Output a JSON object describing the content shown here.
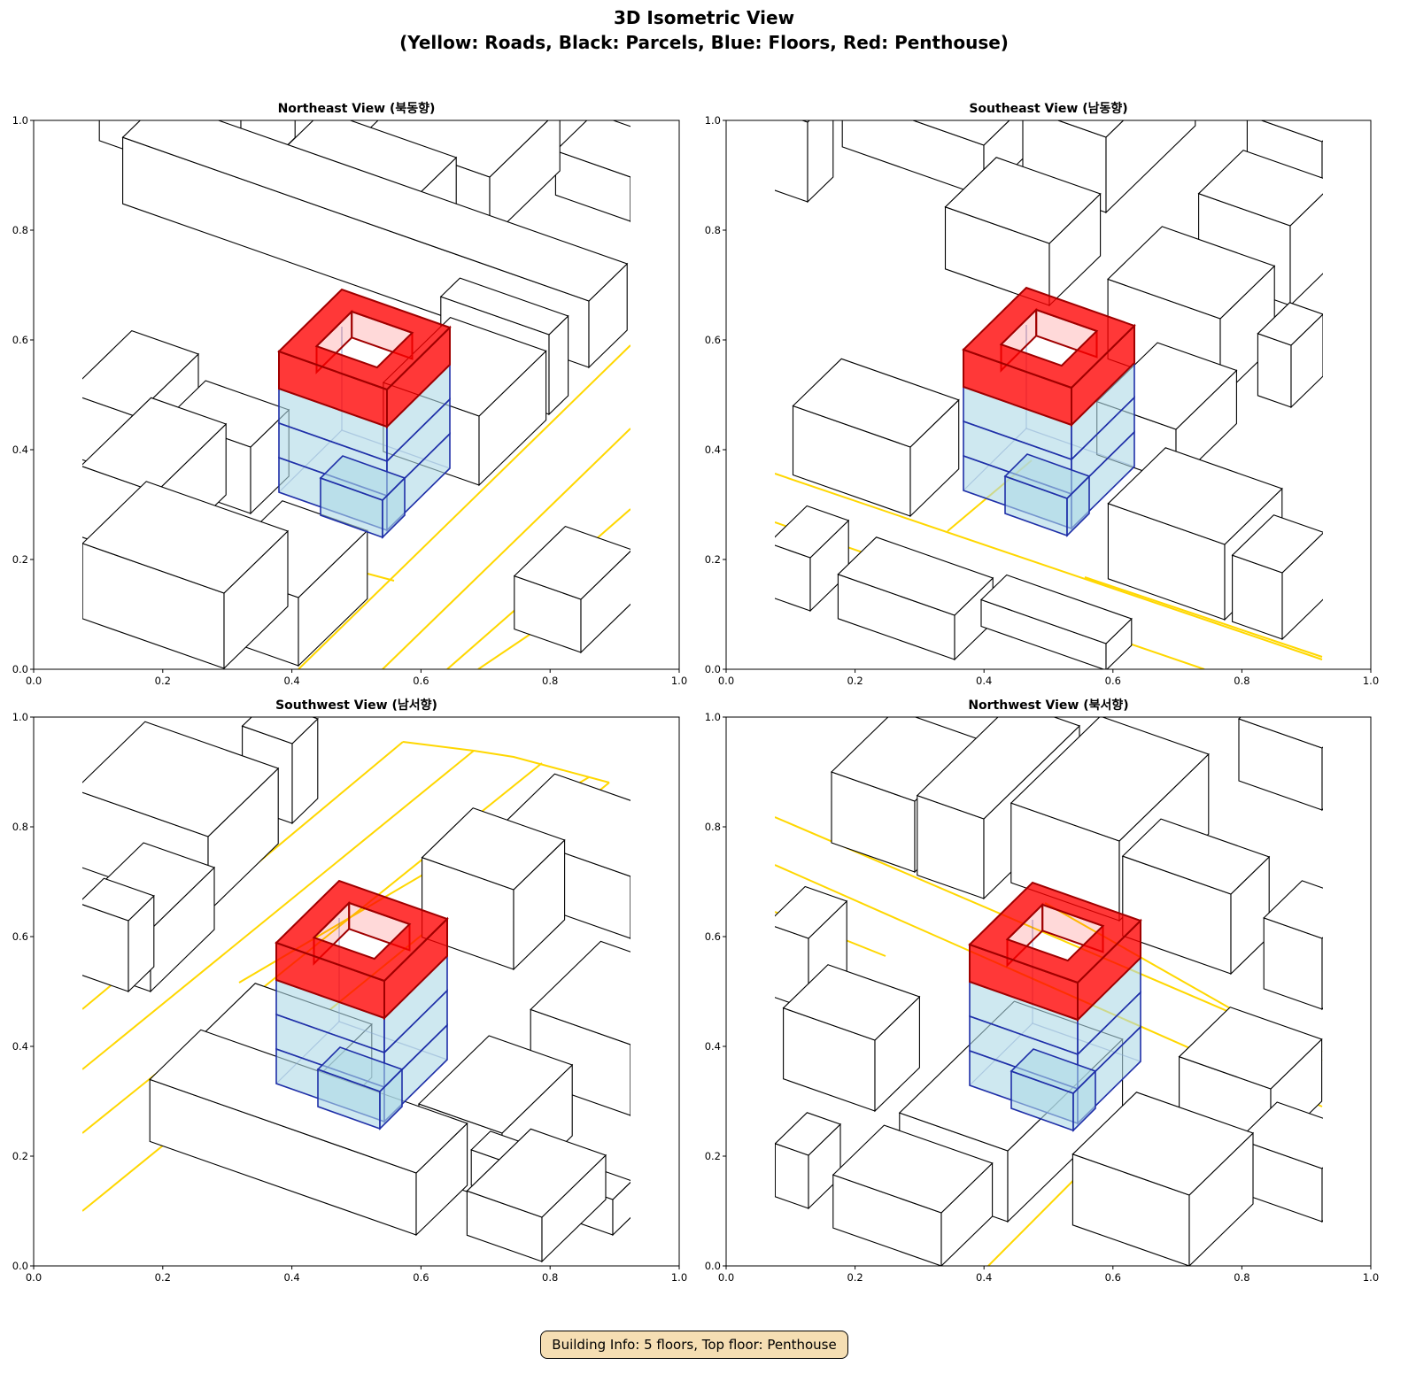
{
  "title": {
    "line1": "3D Isometric View",
    "line2": "(Yellow: Roads, Black: Parcels, Blue: Floors, Red: Penthouse)"
  },
  "panels": [
    {
      "title": "Northeast View (북동향)"
    },
    {
      "title": "Southeast View (남동향)"
    },
    {
      "title": "Southwest View (남서향)"
    },
    {
      "title": "Northwest View (북서향)"
    }
  ],
  "axes": {
    "x_ticks": [
      "0.0",
      "0.2",
      "0.4",
      "0.6",
      "0.8",
      "1.0"
    ],
    "y_ticks": [
      "0.0",
      "0.2",
      "0.4",
      "0.6",
      "0.8",
      "1.0"
    ],
    "xlim": [
      0,
      1
    ],
    "ylim": [
      0,
      1
    ]
  },
  "info": "Building Info: 5 floors, Top floor: Penthouse",
  "colors": {
    "road": "#ffd700",
    "parcel": "#000000",
    "floor_fill": "#add8e6",
    "floor_edge": "#1f2fa8",
    "penthouse_fill": "#ff0000",
    "penthouse_edge": "#a00000"
  },
  "chart_data": [
    {
      "type": "diagram-3d",
      "title": "Northeast View (북동향)",
      "xlim": [
        0,
        1
      ],
      "ylim": [
        0,
        1
      ],
      "floors": 3,
      "penthouse": 1
    },
    {
      "type": "diagram-3d",
      "title": "Southeast View (남동향)",
      "xlim": [
        0,
        1
      ],
      "ylim": [
        0,
        1
      ],
      "floors": 3,
      "penthouse": 1
    },
    {
      "type": "diagram-3d",
      "title": "Southwest View (남서향)",
      "xlim": [
        0,
        1
      ],
      "ylim": [
        0,
        1
      ],
      "floors": 3,
      "penthouse": 1
    },
    {
      "type": "diagram-3d",
      "title": "Northwest View (북서향)",
      "xlim": [
        0,
        1
      ],
      "ylim": [
        0,
        1
      ],
      "floors": 3,
      "penthouse": 1
    }
  ]
}
